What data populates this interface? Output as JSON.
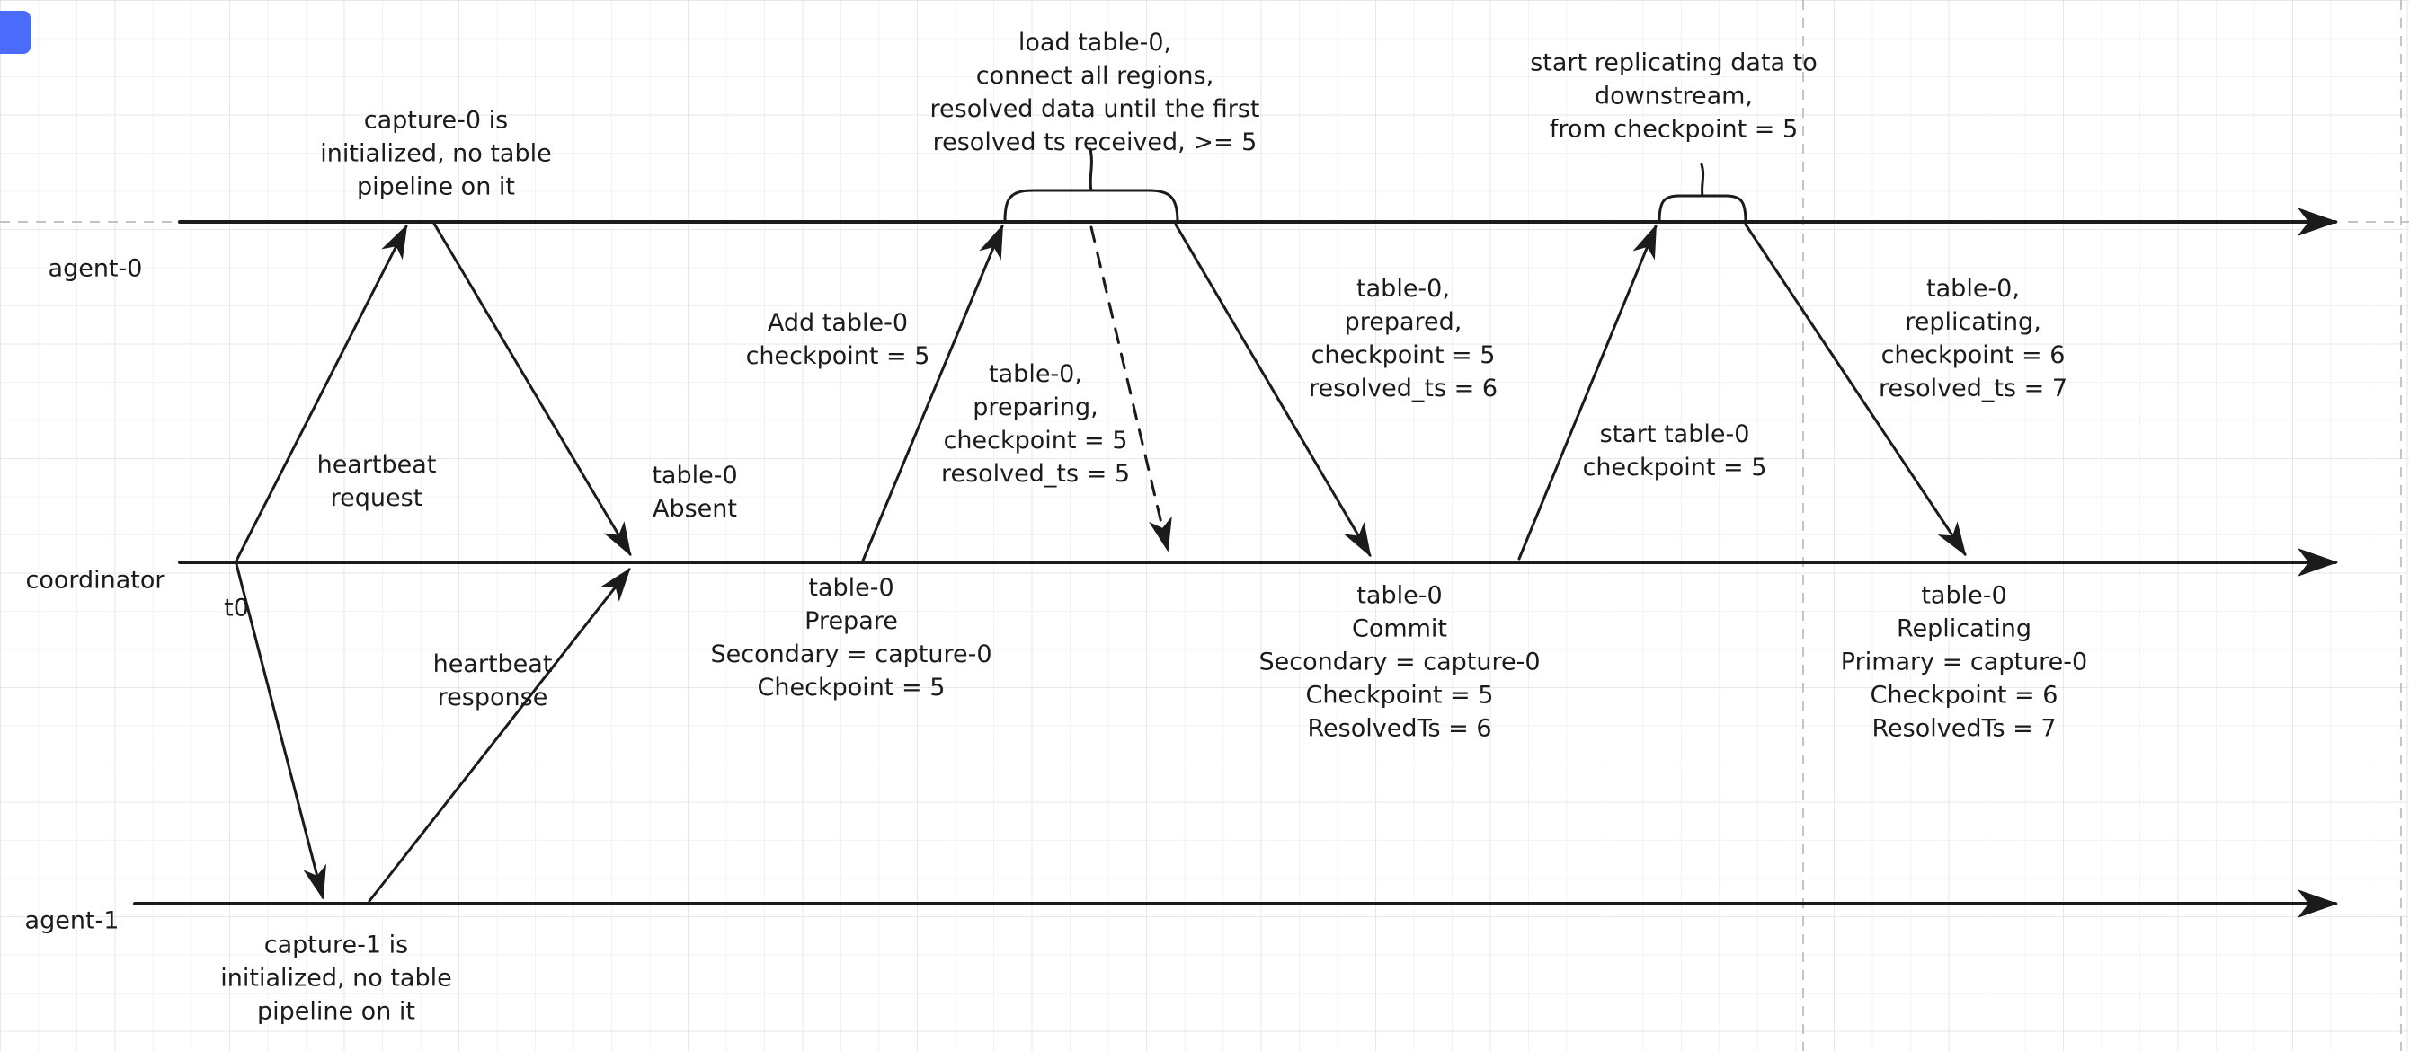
{
  "diagram": {
    "type": "sequence-timeline",
    "lanes": {
      "agent0": "agent-0",
      "coordinator": "coordinator",
      "agent1": "agent-1"
    },
    "labels": {
      "t0": "t0",
      "capture0_note": "capture-0 is\ninitialized, no table\npipeline on it",
      "heartbeat_request": "heartbeat\nrequest",
      "heartbeat_response": "heartbeat\nresponse",
      "table0_absent": "table-0\nAbsent",
      "add_table0": "Add table-0\ncheckpoint = 5",
      "load_note": "load table-0,\nconnect all regions,\nresolved data until the first\nresolved ts received, >= 5",
      "preparing_msg": "table-0,\npreparing,\ncheckpoint = 5\nresolved_ts = 5",
      "prepared_msg": "table-0,\nprepared,\ncheckpoint = 5\nresolved_ts = 6",
      "prepare_state": "table-0\nPrepare\nSecondary = capture-0\nCheckpoint = 5",
      "commit_state": "table-0\nCommit\nSecondary = capture-0\nCheckpoint = 5\nResolvedTs = 6",
      "start_table0": "start table-0\ncheckpoint = 5",
      "start_replicating_note": "start replicating data to\ndownstream,\nfrom checkpoint = 5",
      "replicating_msg": "table-0,\nreplicating,\ncheckpoint = 6\nresolved_ts = 7",
      "replicating_state": "table-0\nReplicating\nPrimary = capture-0\nCheckpoint = 6\nResolvedTs = 7",
      "capture1_note": "capture-1 is\ninitialized, no table\npipeline on it"
    },
    "colors": {
      "stroke": "#1b1b1b",
      "grid_minor": "#f3f3f3",
      "grid_major": "#e7e7e7",
      "guide_dash": "#c4c4c4",
      "corner_accent": "#4b6bfb",
      "background": "#ffffff"
    }
  }
}
